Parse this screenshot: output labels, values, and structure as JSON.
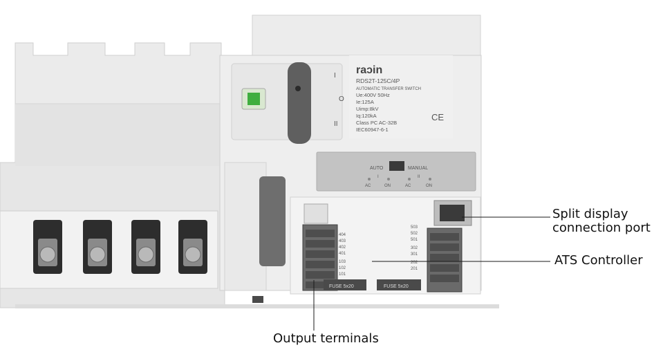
{
  "device": {
    "brand": "raɔin",
    "model": "RDS2T-125C/4P",
    "type": "AUTOMATIC TRANSFER SWITCH",
    "specs": [
      "Ue:400V 50Hz",
      "Ie:125A",
      "Uimp:8kV",
      "Iq:120kA",
      "Class PC AC-32B",
      "IEC60947-6-1"
    ],
    "ce_mark": "CE",
    "switch_positions": [
      "I",
      "O",
      "II"
    ],
    "mode_labels": {
      "auto": "AUTO",
      "manual": "MANUAL"
    },
    "indicator_group_labels": [
      "I",
      "II"
    ],
    "indicator_labels": [
      "AC",
      "ON",
      "AC",
      "ON"
    ],
    "terminal_labels_left": [
      "404",
      "403",
      "402",
      "401",
      "103",
      "102",
      "101"
    ],
    "terminal_labels_right": [
      "503",
      "502",
      "501",
      "302",
      "301",
      "202",
      "201"
    ],
    "fuse_labels": [
      "FUSE 5x20",
      "FUSE 5x20"
    ]
  },
  "callouts": {
    "split_display": [
      "Split display",
      "connection port"
    ],
    "ats_controller": "ATS Controller",
    "output_terminals": "Output terminals"
  }
}
